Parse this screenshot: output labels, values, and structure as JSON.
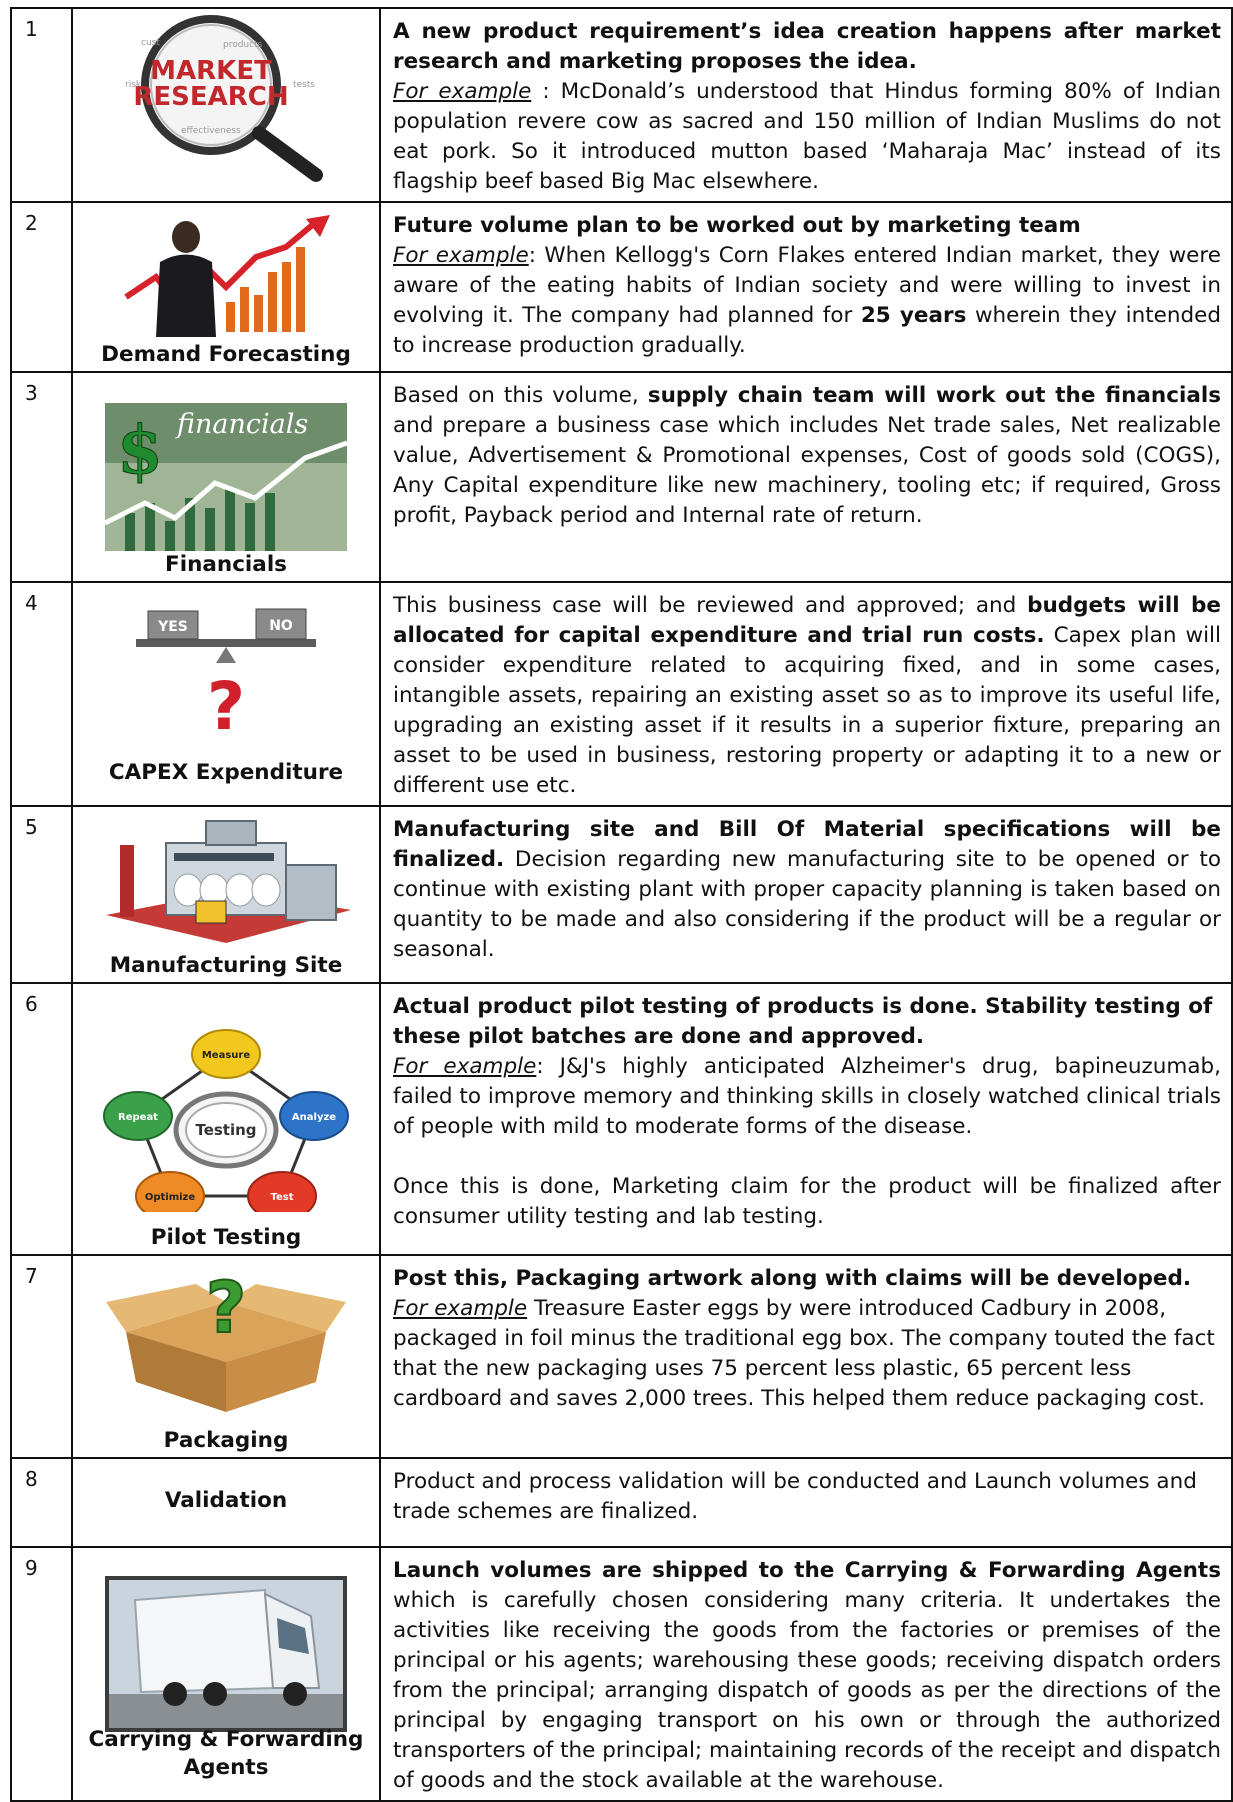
{
  "rows": [
    {
      "num": "1",
      "caption": "",
      "image_text": [
        "MARKET",
        "RESEARCH"
      ],
      "bold": "A new product requirement’s idea creation happens after market research and marketing proposes the idea.",
      "ex_label": "For example",
      "ex_sep": " : ",
      "body": "McDonald’s understood that Hindus forming 80% of Indian population revere cow as sacred and 150 million of Indian Muslims do not eat pork. So it introduced mutton based ‘Maharaja Mac’ instead of its flagship beef based Big Mac elsewhere."
    },
    {
      "num": "2",
      "caption": "Demand Forecasting",
      "bold": "Future volume plan to be worked out by marketing team",
      "ex_label": "For example",
      "ex_sep": ": ",
      "body_a": "When Kellogg's Corn Flakes entered Indian market, they were aware of the eating habits of Indian society and were willing to invest in evolving it. The company had planned for ",
      "body_bold": "25 years",
      "body_b": " wherein they intended to increase production gradually."
    },
    {
      "num": "3",
      "caption": "Financials",
      "image_text": "financials",
      "pre": "Based on this volume, ",
      "bold": "supply chain team will work out the financials",
      "body": " and prepare a business case which includes Net trade sales, Net realizable value, Advertisement & Promotional expenses, Cost of goods sold (COGS), Any Capital expenditure like new machinery, tooling etc; if required, Gross profit, Payback period  and Internal rate of return."
    },
    {
      "num": "4",
      "caption": "CAPEX Expenditure",
      "image_text": [
        "YES",
        "NO"
      ],
      "pre": "This business case will be reviewed and approved; and ",
      "bold": "budgets will be allocated for capital expenditure and trial run costs.",
      "body": " Capex plan will consider expenditure related to acquiring fixed, and in some cases, intangible assets, repairing an existing asset so as to improve its useful life, upgrading an existing asset if it results in a superior fixture, preparing an asset to be used in business, restoring property or adapting it to a new or different use etc."
    },
    {
      "num": "5",
      "caption": "Manufacturing Site",
      "bold": "Manufacturing site and Bill Of Material specifications will be finalized.",
      "body": " Decision regarding new manufacturing site to be opened or to continue with existing plant with proper capacity planning is taken based on quantity to be made and also considering if the product will be a regular or seasonal."
    },
    {
      "num": "6",
      "caption": "Pilot Testing",
      "cycle": {
        "center": "Testing",
        "nodes": [
          "Measure",
          "Analyze",
          "Test",
          "Optimize",
          "Repeat"
        ]
      },
      "bold": "Actual product pilot testing of products is done. Stability testing of these pilot batches are done and approved.",
      "ex_label": "For example",
      "ex_sep": ": ",
      "body": "J&J's highly anticipated Alzheimer's drug, bapineuzumab, failed to improve memory and thinking skills in closely watched clinical trials of people with mild to moderate forms of the disease.",
      "body2": "Once this is done, Marketing claim for the product will be finalized after consumer utility testing and lab testing."
    },
    {
      "num": "7",
      "caption": "Packaging",
      "bold": "Post this, Packaging artwork along with claims will be developed.",
      "ex_label": "For example",
      "ex_sep": " ",
      "body": "Treasure Easter eggs by were introduced Cadbury in 2008, packaged in foil minus the traditional egg box. The company touted the fact that the new packaging uses 75 percent less plastic, 65 percent less cardboard and saves 2,000 trees. This helped them reduce packaging cost."
    },
    {
      "num": "8",
      "caption": "Validation",
      "body": "Product and process validation will be conducted and Launch volumes and trade schemes are finalized."
    },
    {
      "num": "9",
      "caption": "Carrying & Forwarding Agents",
      "bold": "Launch volumes are shipped to the Carrying & Forwarding Agents",
      "body": " which is carefully chosen considering many criteria. It undertakes the activities like receiving the goods from the factories or premises of the principal or his agents; warehousing these goods; receiving dispatch orders from the principal; arranging dispatch of goods as per the directions of the principal by engaging transport on his own or through the authorized transporters of the principal; maintaining records of the receipt and dispatch of goods and the stock available at the warehouse."
    }
  ]
}
